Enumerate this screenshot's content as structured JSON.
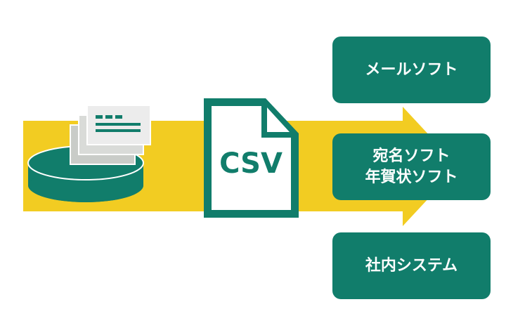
{
  "file": {
    "label": "CSV"
  },
  "targets": {
    "mail": {
      "label": "メールソフト"
    },
    "atena": {
      "line1": "宛名ソフト",
      "line2": "年賀状ソフト"
    },
    "system": {
      "label": "社内システム"
    }
  },
  "colors": {
    "arrow": "#f2cc22",
    "primary": "#117d6b",
    "card_back": "#c9ccc8",
    "card_front": "#ececec"
  },
  "icons": {
    "source": "database-with-documents-icon",
    "file": "csv-file-icon",
    "flow": "arrow-right-icon"
  }
}
